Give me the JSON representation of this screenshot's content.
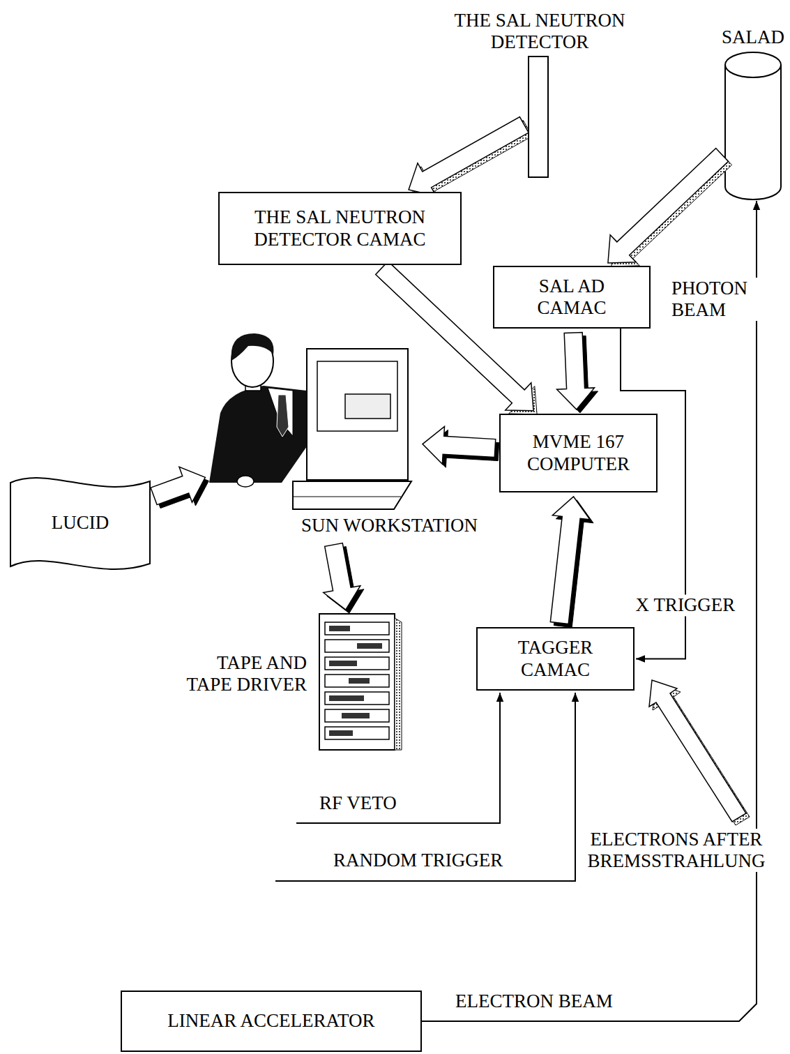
{
  "diagram": {
    "nodes": [
      {
        "text": [
          "THE SAL NEUTRON DETECTOR"
        ]
      },
      {
        "text": [
          "SALAD"
        ]
      },
      {
        "text": [
          "THE SAL NEUTRON DETECTOR CAMAC"
        ]
      },
      {
        "text": [
          "SAL AD CAMAC"
        ]
      },
      {
        "text": [
          "MVME 167 COMPUTER"
        ]
      },
      {
        "text": [
          "SUN WORKSTATION"
        ]
      },
      {
        "text": [
          "LUCID"
        ]
      },
      {
        "text": [
          "TAPE AND TAPE DRIVER"
        ]
      },
      {
        "text": [
          "TAGGER CAMAC"
        ]
      },
      {
        "text": [
          "LINEAR ACCELERATOR"
        ]
      }
    ],
    "edges": [
      {
        "from": 0,
        "to": 2,
        "arrow": "to"
      },
      {
        "from": 1,
        "to": 3,
        "arrow": "to"
      },
      {
        "from": 2,
        "to": 4,
        "arrow": "to"
      },
      {
        "from": 3,
        "to": 4,
        "arrow": "to"
      },
      {
        "from": 4,
        "to": 5,
        "arrow": "to"
      },
      {
        "from": 6,
        "to": 5,
        "arrow": "to"
      },
      {
        "from": 5,
        "to": 7,
        "arrow": "to"
      },
      {
        "from": 8,
        "to": 4,
        "arrow": "to"
      },
      {
        "from": 3,
        "to": 8,
        "label": "X TRIGGER",
        "arrow": "to"
      },
      {
        "from": 9,
        "to": 1,
        "label": "ELECTRON BEAM",
        "arrow": "to"
      }
    ],
    "labels": [
      "PHOTON BEAM",
      "RF VETO",
      "RANDOM TRIGGER",
      "ELECTRONS AFTER BREMSSTRAHLUNG"
    ]
  }
}
